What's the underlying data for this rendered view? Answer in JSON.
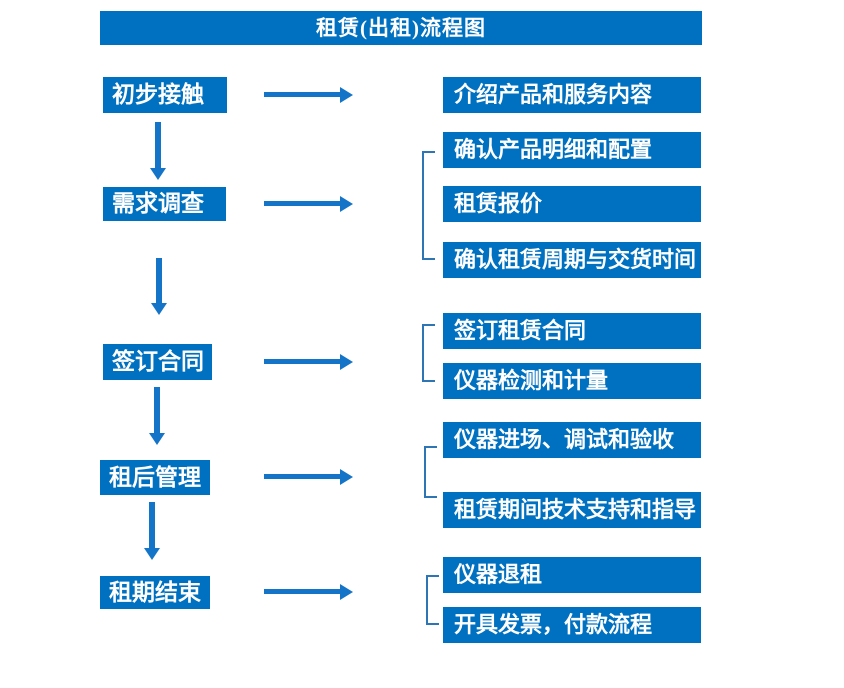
{
  "title": "租赁(出租)流程图",
  "colors": {
    "box_blue": "#0070C0",
    "arrow_blue": "#1474C8",
    "bracket_blue": "#2E75B6",
    "text_white": "#FFFFFF"
  },
  "steps": [
    {
      "label": "初步接触"
    },
    {
      "label": "需求调查"
    },
    {
      "label": "签订合同"
    },
    {
      "label": "租后管理"
    },
    {
      "label": "租期结束"
    }
  ],
  "details": [
    {
      "label": "介绍产品和服务内容"
    },
    {
      "label": "确认产品明细和配置"
    },
    {
      "label": "租赁报价"
    },
    {
      "label": "确认租赁周期与交货时间"
    },
    {
      "label": "签订租赁合同"
    },
    {
      "label": "仪器检测和计量"
    },
    {
      "label": "仪器进场、调试和验收"
    },
    {
      "label": "租赁期间技术支持和指导"
    },
    {
      "label": "仪器退租"
    },
    {
      "label": "开具发票，付款流程"
    }
  ]
}
